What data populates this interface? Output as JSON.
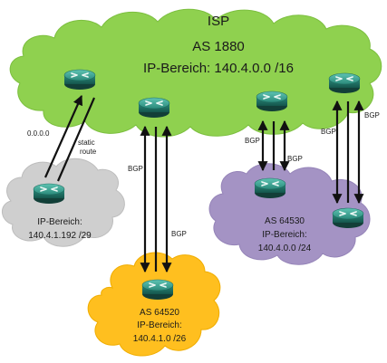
{
  "isp": {
    "title": "ISP",
    "as": "AS 1880",
    "range": "IP-Bereich: 140.4.0.0 /16"
  },
  "left_cloud": {
    "line1": "IP-Bereich:",
    "line2": "140.4.1.192 /29"
  },
  "bottom_cloud": {
    "line1": "AS 64520",
    "line2": "IP-Bereich:",
    "line3": "140.4.1.0 /26"
  },
  "right_cloud": {
    "line1": "AS 64530",
    "line2": "IP-Bereich:",
    "line3": "140.4.0.0 /24"
  },
  "links": {
    "default_route": "0.0.0.0",
    "static_line1": "static",
    "static_line2": "route",
    "bgp": "BGP"
  },
  "colors": {
    "isp_cloud": "#8fd14f",
    "left_cloud": "#cfcfcf",
    "bottom_cloud": "#ffbf1f",
    "right_cloud": "#a493c4",
    "router": "#2f8f80"
  },
  "icons": [
    "router-icon"
  ]
}
